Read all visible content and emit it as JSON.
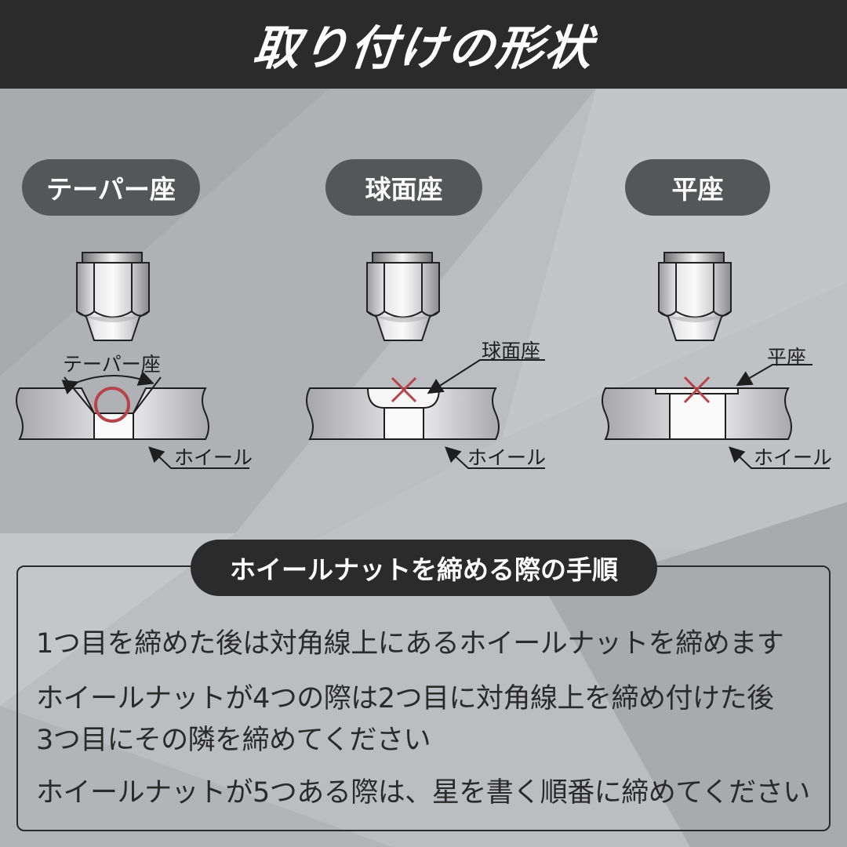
{
  "header": {
    "title": "取り付けの形状"
  },
  "seat_types": [
    {
      "label": "テーパー座",
      "callout": "テーパー座",
      "wheel_label": "ホイール",
      "fit": "ok",
      "mark": "circle"
    },
    {
      "label": "球面座",
      "callout": "球面座",
      "wheel_label": "ホイール",
      "fit": "ng",
      "mark": "cross"
    },
    {
      "label": "平座",
      "callout": "平座",
      "wheel_label": "ホイール",
      "fit": "ng",
      "mark": "cross"
    }
  ],
  "instructions": {
    "title": "ホイールナットを締める際の手順",
    "lines": [
      "1つ目を締めた後は対角線上にあるホイールナットを締めます",
      "ホイールナットが4つの際は2つ目に対角線上を締め付けた後",
      "3つ目にその隣を締めてください",
      "ホイールナットが5つある際は、星を書く順番に締めてください"
    ]
  },
  "colors": {
    "header_bg": "#2b2b2b",
    "pill_bg": "#555657",
    "mark_red": "#b5454a",
    "background": "#b9babd"
  }
}
